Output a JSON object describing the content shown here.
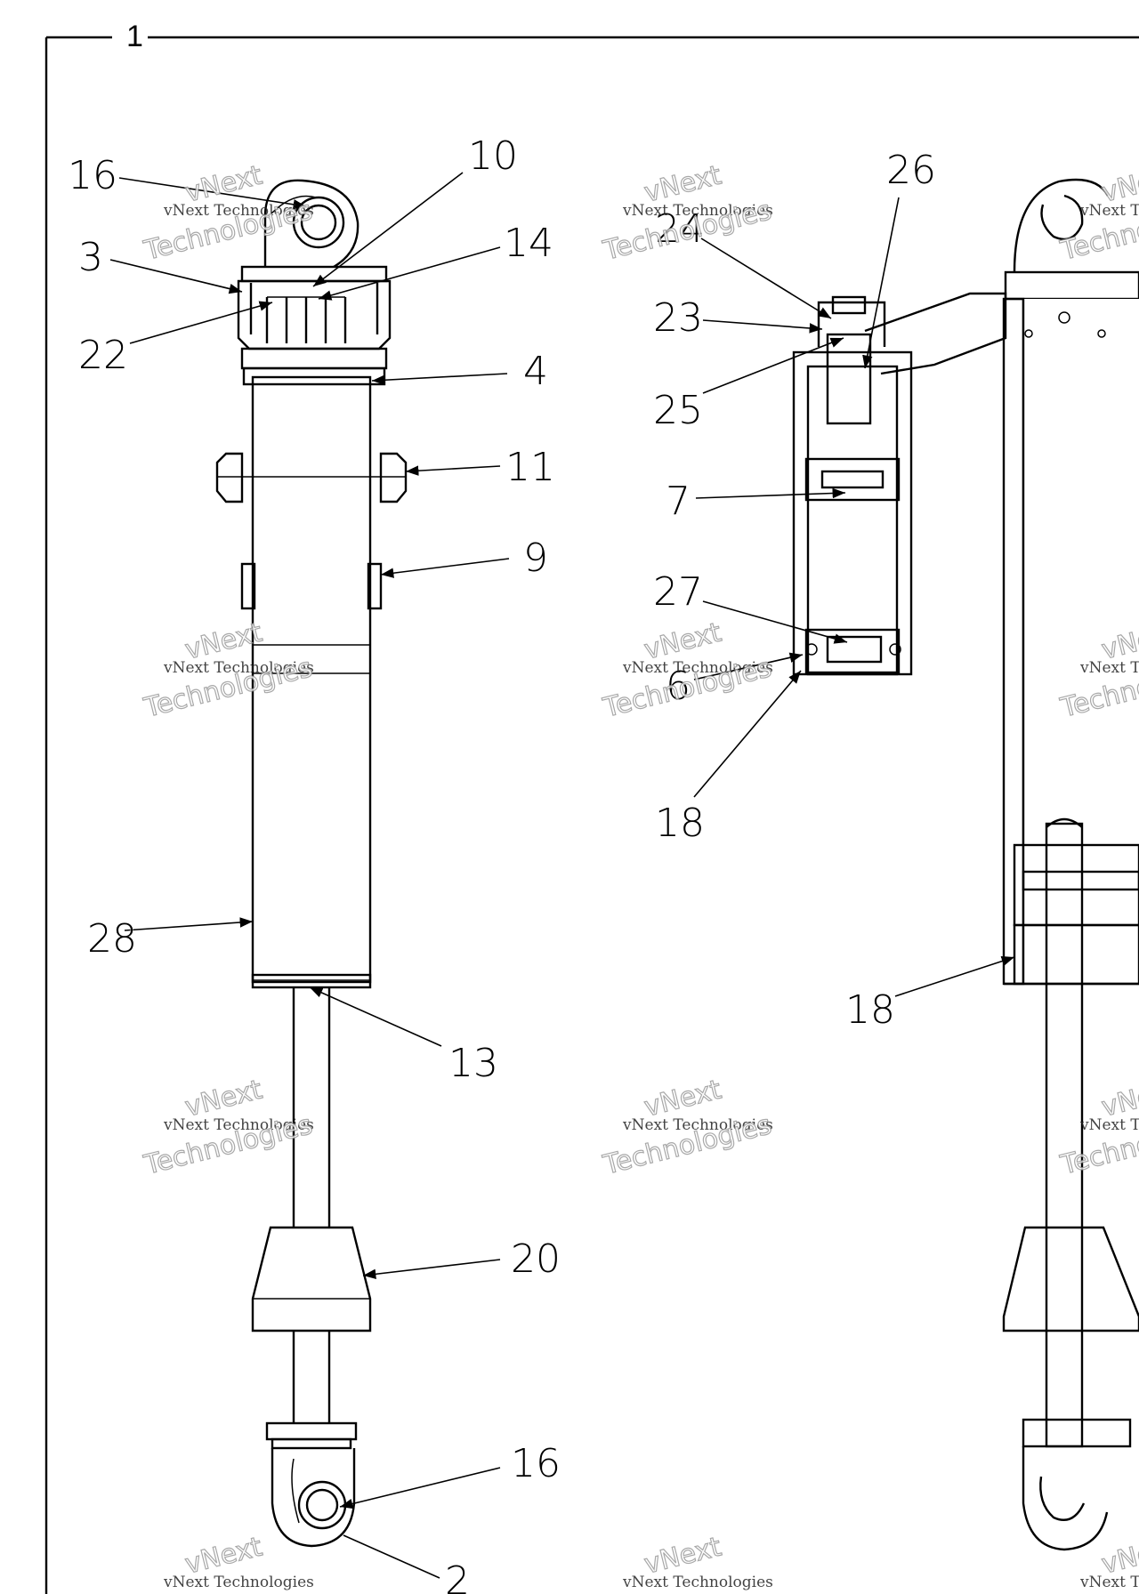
{
  "figure": {
    "number": "1"
  },
  "callouts": [
    {
      "id": "c16a",
      "text": "16"
    },
    {
      "id": "c10",
      "text": "10"
    },
    {
      "id": "c3",
      "text": "3"
    },
    {
      "id": "c14",
      "text": "14"
    },
    {
      "id": "c22",
      "text": "22"
    },
    {
      "id": "c4",
      "text": "4"
    },
    {
      "id": "c11",
      "text": "11"
    },
    {
      "id": "c9",
      "text": "9"
    },
    {
      "id": "c28",
      "text": "28"
    },
    {
      "id": "c13",
      "text": "13"
    },
    {
      "id": "c20",
      "text": "20"
    },
    {
      "id": "c16b",
      "text": "16"
    },
    {
      "id": "c2",
      "text": "2"
    },
    {
      "id": "c26",
      "text": "26"
    },
    {
      "id": "c24",
      "text": "24"
    },
    {
      "id": "c23",
      "text": "23"
    },
    {
      "id": "c25",
      "text": "25"
    },
    {
      "id": "c7",
      "text": "7"
    },
    {
      "id": "c27",
      "text": "27"
    },
    {
      "id": "c6",
      "text": "6"
    },
    {
      "id": "c18a",
      "text": "18"
    },
    {
      "id": "c18b",
      "text": "18"
    }
  ],
  "watermark": {
    "line1": "vNext Technologies",
    "line2": "vNext",
    "line3": "Technologies"
  }
}
